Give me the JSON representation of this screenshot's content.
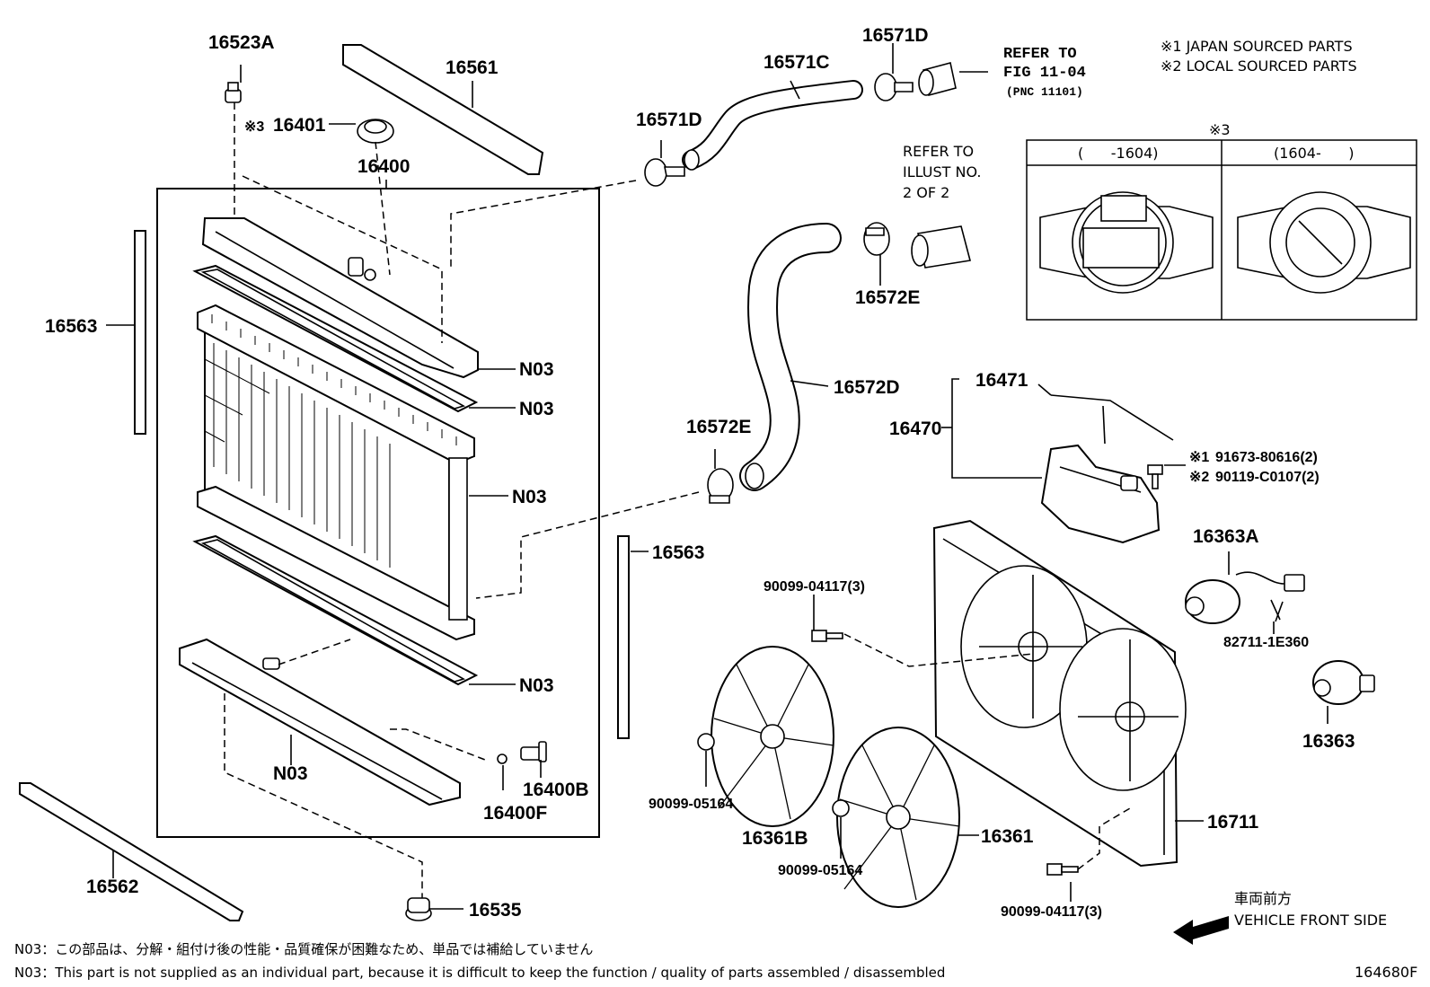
{
  "legend": {
    "note1": "※1 JAPAN SOURCED PARTS",
    "note2": "※2 LOCAL SOURCED PARTS"
  },
  "refs": {
    "fig_line1": "REFER TO",
    "fig_line2": "FIG 11-04",
    "fig_line3": "(PNC 11101)",
    "illust_line1": "REFER TO",
    "illust_line2": "ILLUST NO.",
    "illust_line3": "2 OF 2"
  },
  "cap_table": {
    "mark": "※3",
    "col1": "(      -1604)",
    "col2": "(1604-      )"
  },
  "parts": {
    "p16523A": "16523A",
    "p16401_mark": "※3",
    "p16401": "16401",
    "p16400": "16400",
    "p16561": "16561",
    "p16563_left": "16563",
    "p16563_right": "16563",
    "n03_1": "N03",
    "n03_2": "N03",
    "n03_3": "N03",
    "n03_4": "N03",
    "n03_5": "N03",
    "p16400B": "16400B",
    "p16400F": "16400F",
    "p16562": "16562",
    "p16535": "16535",
    "p16571C": "16571C",
    "p16571D_top": "16571D",
    "p16571D_left": "16571D",
    "p16572E_top": "16572E",
    "p16572E_mid": "16572E",
    "p16572D": "16572D",
    "p16471": "16471",
    "p16470": "16470",
    "bolt1_mark": "※1",
    "bolt1": "91673-80616(2)",
    "bolt2_mark": "※2",
    "bolt2": "90119-C0107(2)",
    "p16363A": "16363A",
    "p82711": "82711-1E360",
    "p16363": "16363",
    "p90099_04117_top": "90099-04117(3)",
    "p90099_05164_left": "90099-05164",
    "p16361B": "16361B",
    "p90099_05164_mid": "90099-05164",
    "p16361": "16361",
    "p16711": "16711",
    "p90099_04117_bottom": "90099-04117(3)"
  },
  "direction": {
    "jp": "車両前方",
    "en": "VEHICLE FRONT SIDE"
  },
  "footer": {
    "note_jp": "N03：この部品は、分解・組付け後の性能・品質確保が困難なため、単品では補給していません",
    "note_en": "N03：This part is not supplied as an individual part, because it is difficult to keep the function / quality of parts assembled / disassembled",
    "figure_no": "164680F"
  }
}
